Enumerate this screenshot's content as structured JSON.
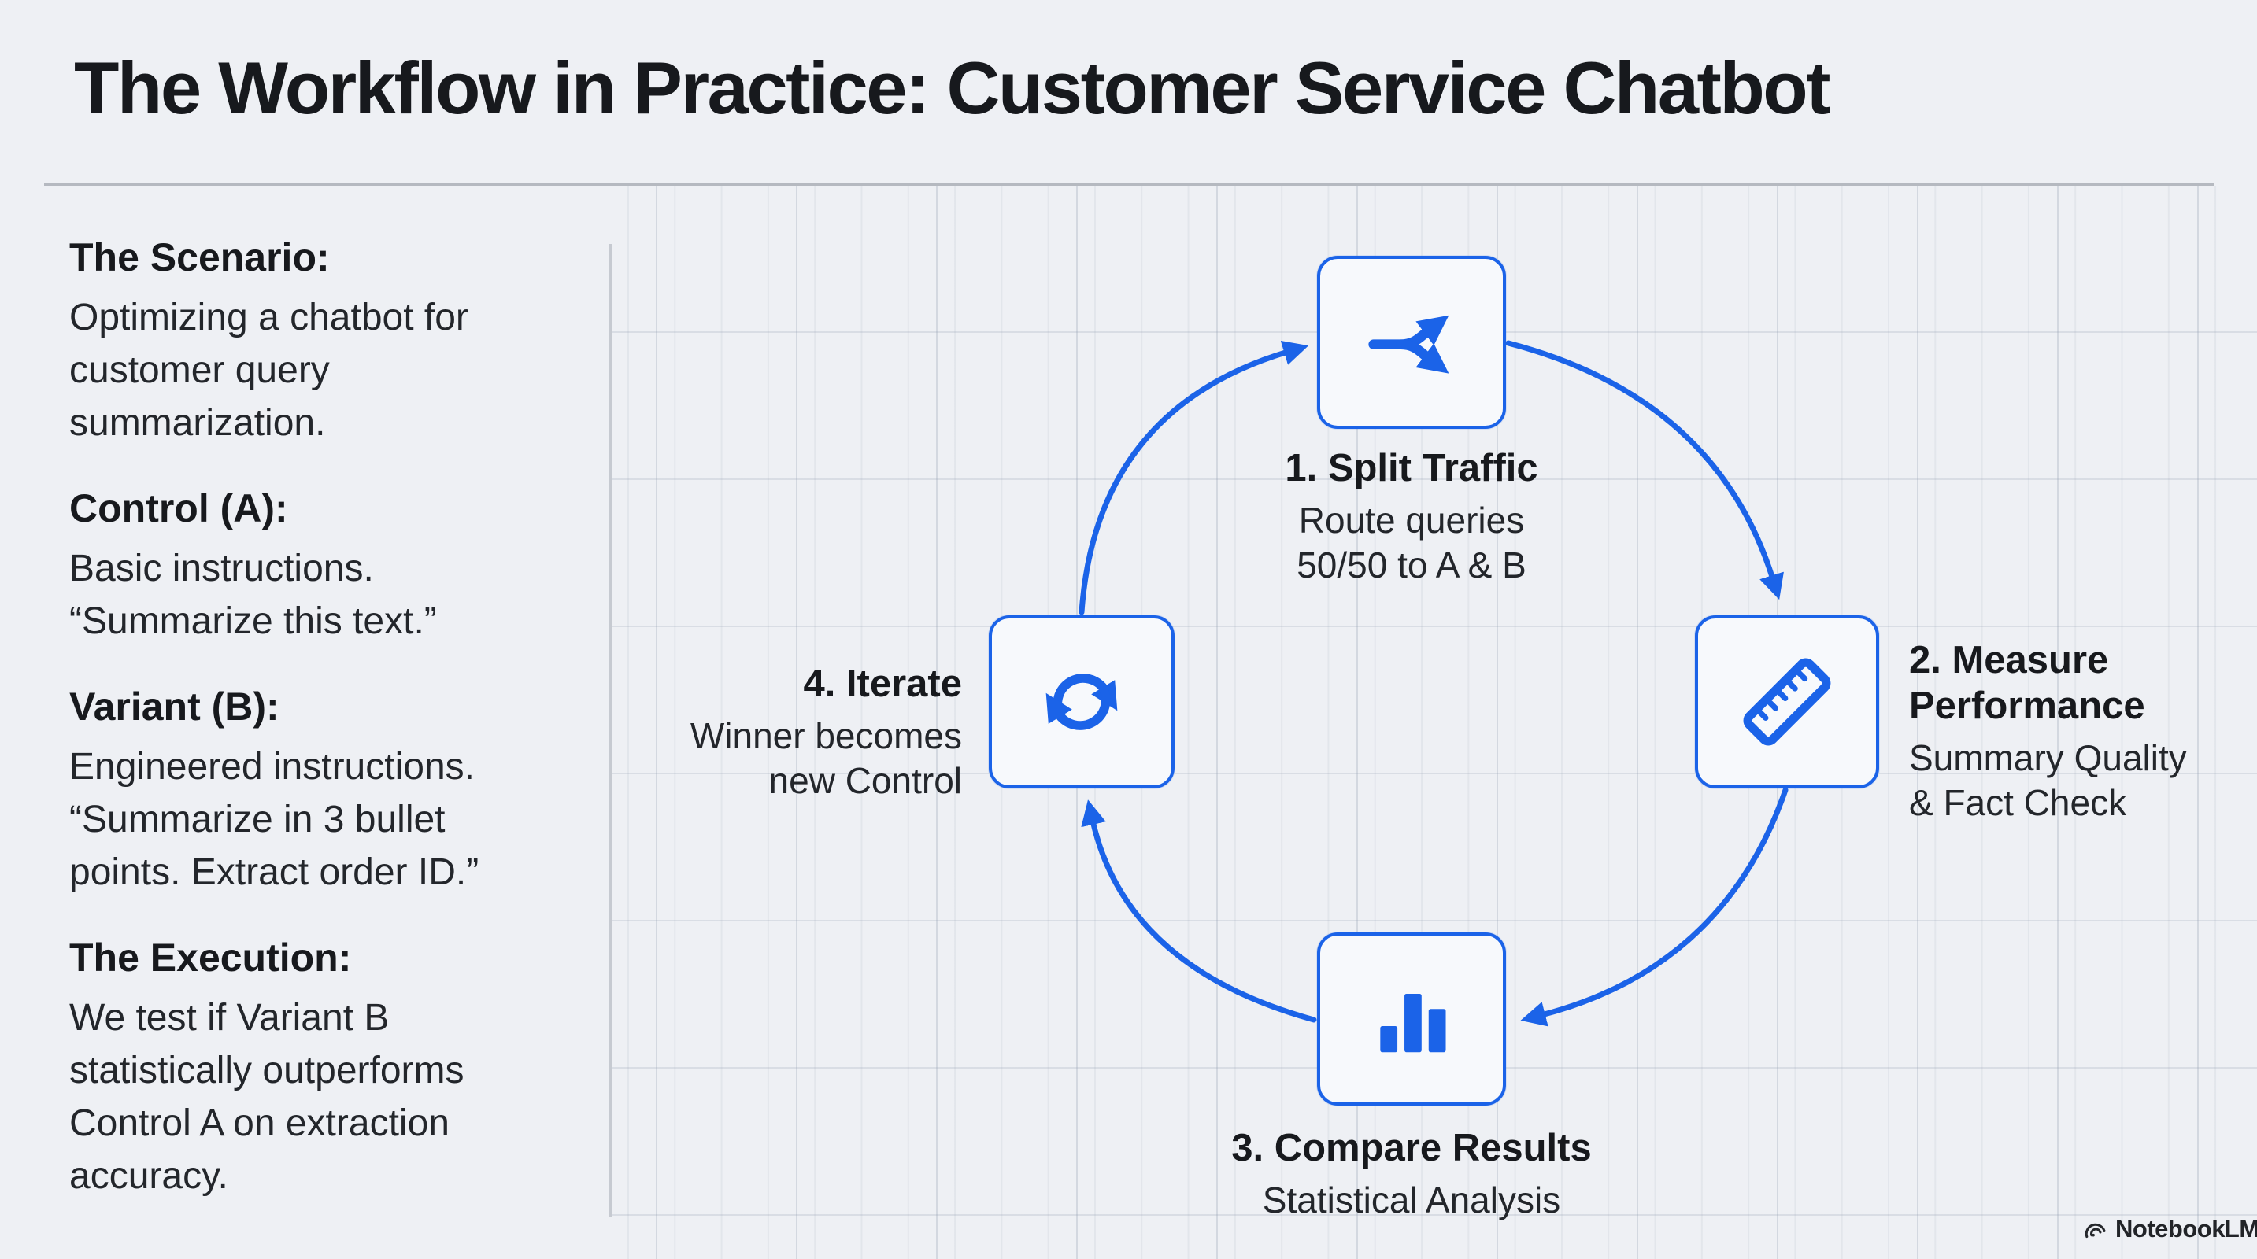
{
  "title": "The Workflow in Practice: Customer Service Chatbot",
  "sidebar": {
    "blocks": [
      {
        "heading": "The Scenario:",
        "body": "Optimizing a chatbot for customer query summarization."
      },
      {
        "heading": "Control (A):",
        "body": "Basic instructions. “Summarize this text.”"
      },
      {
        "heading": "Variant (B):",
        "body": "Engineered instructions. “Summarize in 3 bullet points. Extract order ID.”"
      },
      {
        "heading": "The Execution:",
        "body": "We test if Variant B statistically outperforms Control A on extraction accuracy."
      }
    ]
  },
  "diagram": {
    "steps": [
      {
        "id": "split-traffic",
        "icon": "split-icon",
        "title_lines": [
          "1. Split Traffic"
        ],
        "sub_lines": [
          "Route queries",
          "50/50 to A & B"
        ]
      },
      {
        "id": "measure-performance",
        "icon": "ruler-icon",
        "title_lines": [
          "2. Measure",
          "Performance"
        ],
        "sub_lines": [
          "Summary Quality",
          "& Fact Check"
        ]
      },
      {
        "id": "compare-results",
        "icon": "bar-chart-icon",
        "title_lines": [
          "3. Compare Results"
        ],
        "sub_lines": [
          "Statistical Analysis"
        ]
      },
      {
        "id": "iterate",
        "icon": "cycle-icon",
        "title_lines": [
          "4. Iterate"
        ],
        "sub_lines": [
          "Winner becomes",
          "new Control"
        ]
      }
    ],
    "flow_order": [
      "split-traffic",
      "measure-performance",
      "compare-results",
      "iterate"
    ]
  },
  "footer": {
    "brand": "NotebookLM"
  },
  "colors": {
    "accent": "#1b63e8",
    "background": "#eef0f4",
    "heading_text": "#17191d",
    "body_text": "#23262b",
    "divider": "#b5b9c0"
  }
}
